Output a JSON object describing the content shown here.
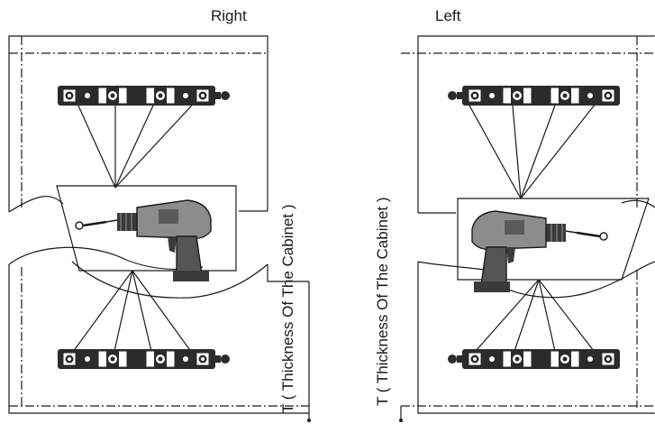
{
  "panels": {
    "right": {
      "title": "Right"
    },
    "left": {
      "title": "Left"
    }
  },
  "dimension_label": "T ( Thickness Of The Cabinet )",
  "icons": [
    "hinge-plate-icon",
    "power-drill-icon",
    "screw-icon"
  ],
  "colors": {
    "line": "#1a1a1a",
    "hinge_body": "#2b2b2b",
    "drill_body": "#8c8c8c",
    "background": "#ffffff"
  }
}
